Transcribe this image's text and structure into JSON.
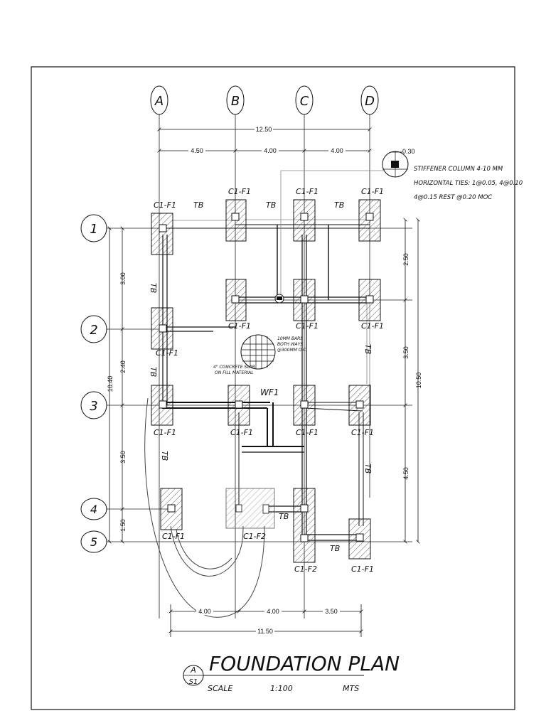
{
  "grid": {
    "columns": [
      "A",
      "B",
      "C",
      "D"
    ],
    "rows": [
      "1",
      "2",
      "3",
      "4",
      "5"
    ]
  },
  "dimensions": {
    "top_overall": "12.50",
    "top_spans": [
      "4.50",
      "4.00",
      "4.00"
    ],
    "bottom_spans": [
      "4.00",
      "4.00",
      "3.50"
    ],
    "bottom_overall": "11.50",
    "left_overall": "10.40",
    "left_spans": [
      "3.00",
      "2.40",
      "3.50",
      "1.50"
    ],
    "right_spans": [
      "2.50",
      "3.50",
      "4.50"
    ],
    "right_overall": "10.50",
    "detail_dim": "0.30"
  },
  "labels": {
    "footing_cf1": "C1-F1",
    "footing_cf2": "C1-F2",
    "wall_footing": "WF1",
    "tie_beam": "TB"
  },
  "notes": {
    "column_note": [
      "STIFFENER COLUMN 4-10 MM",
      "HORIZONTAL TIES: 1@0.05, 4@0.10",
      "4@0.15 REST @0.20 MOC"
    ],
    "slab_note_left": [
      "4\" CONCRETE SLAB",
      "ON FILL MATERIAL"
    ],
    "slab_note_right": [
      "10MM BARS",
      "BOTH WAYS",
      "@300MM O.C."
    ]
  },
  "title_block": {
    "marker_top": "A",
    "marker_bottom": "S1",
    "title": "FOUNDATION PLAN",
    "scale_label": "SCALE",
    "scale_value": "1:100",
    "units": "MTS"
  }
}
